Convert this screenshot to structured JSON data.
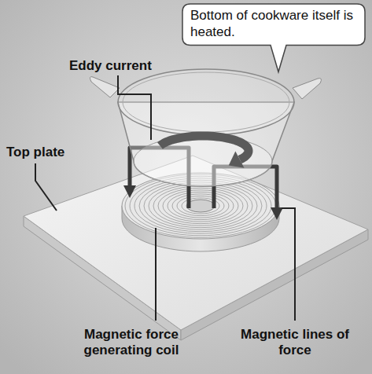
{
  "diagram": {
    "nodes": [
      {
        "text": [
          "Bottom of cookware itself is heated."
        ]
      }
    ],
    "labels": [
      "Eddy current",
      "Top plate",
      "Magnetic force generating coil",
      "Magnetic lines of force"
    ]
  }
}
